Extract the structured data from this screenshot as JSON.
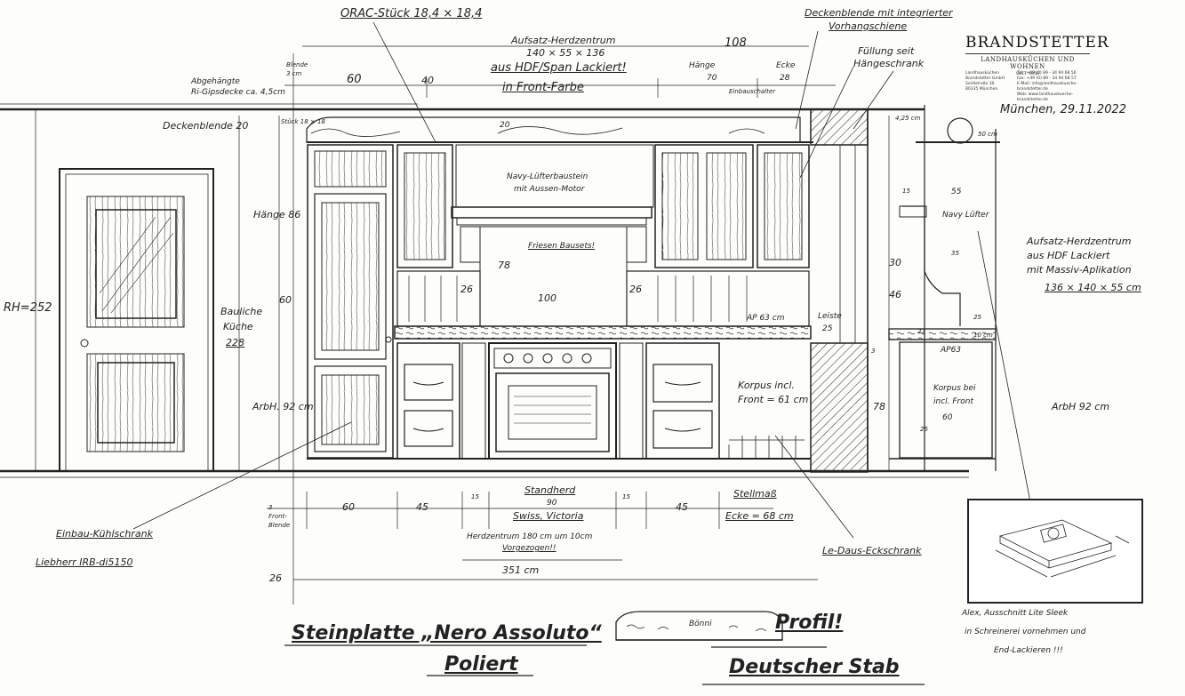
{
  "company": {
    "name": "BRANDSTETTER",
    "subtitle": "LANDHAUSKÜCHEN UND WOHNEN",
    "since": "SEIT 1856",
    "address_lines": [
      "Landhausküchen",
      "Brandstetter GmbH",
      "Seidlstraße 30",
      "80335 München"
    ],
    "contact_lines": [
      "Tel.: +49 (0) 89 - 34 94 68 56",
      "Fax: +49 (0) 89 - 34 94 68 57",
      "E-Mail: info@landhauskueche-brandstetter.de",
      "Web: www.landhauskueche-brandstetter.de"
    ]
  },
  "date": "München, 29.11.2022",
  "annotations": {
    "orac": "ORAC-Stück 18,4 × 18,4",
    "blende_top": "Deckenblende mit integrierter",
    "blende_bottom": "Vorhangschiene",
    "aufsatz1": "Aufsatz-Herdzentrum",
    "aufsatz1_dims": "140 × 55 × 136",
    "aufsatz1_material": "aus HDF/Span Lackiert!",
    "in_front": "in Front-Farbe",
    "fuellung1": "Füllung seit",
    "fuellung2": "Hängeschrank",
    "abgehaengt1": "Abgehängte",
    "abgehaengt2": "Ri-Gipsdecke ca. 4,5cm",
    "blende_small1": "Blende",
    "blende_small2": "3 cm",
    "haenge70a": "Hänge",
    "haenge70b": "70",
    "ecke28a": "Ecke",
    "ecke28b": "28",
    "einbauschalter": "Einbauschalter",
    "deckenblende20": "Deckenblende 20",
    "stueck": "Stück 18 × 18",
    "navy1": "Navy-Lüfterbaustein",
    "navy2": "mit Aussen-Motor",
    "friesen": "Friesen Bausets!",
    "haenge86": "Hänge 86",
    "baulicheA": "Bauliche",
    "baulicheB": "Küche",
    "baulicheC": "228",
    "rh": "RH=252",
    "ap63": "AP 63 cm",
    "leiste": "Leiste",
    "korpus_inkl1": "Korpus incl.",
    "korpus_inkl2": "Front = 61 cm",
    "arbh": "ArbH. 92 cm",
    "einbau1": "Einbau-Kühlschrank",
    "einbau2": "Liebherr IRB-di5150",
    "standherd": "Standherd",
    "standherd_w": "90",
    "swiss": "Swiss, Victoria",
    "herdzentrum1": "Herdzentrum 180 cm um 10cm",
    "herdzentrum2": "Vorgezogen!!",
    "total": "351 cm",
    "stellmass1": "Stellmaß",
    "stellmass2": "Ecke = 68 cm",
    "front_blende1": "Front-",
    "front_blende2": "Blende",
    "ledaus": "Le-Daus-Eckschrank",
    "aufsatz2a": "Aufsatz-Herdzentrum",
    "aufsatz2b": "aus HDF Lackiert",
    "aufsatz2c": "mit Massiv-Aplikation",
    "aufsatz2d": "136 × 140 × 55 cm",
    "navy_r": "Navy Lüfter",
    "korpus_r1": "Korpus bei",
    "korpus_r2": "incl. Front",
    "korpus_r3": "60",
    "arbh_r": "ArbH 92 cm",
    "ap_r": "AP63",
    "d_25cm": "4,25 cm",
    "d_50cm": "50 cm",
    "stein1": "Steinplatte „Nero Assoluto“",
    "stein2": "Poliert",
    "profil": "Profil!",
    "deutsch": "Deutscher Stab",
    "boenni": "Bönni",
    "alex1": "Alex, Ausschnitt Lite Sleek",
    "alex2": "in Schreinerei vornehmen und",
    "alex3": "End-Lackieren !!!"
  },
  "dimensions": {
    "top_108": "108",
    "top_60": "60",
    "top_40": "40",
    "top_20": "20",
    "top_30": "30",
    "v_86": "86",
    "v_60": "60",
    "v_78": "78",
    "v_3": "3",
    "v_78r": "78",
    "v_46": "46",
    "v_30": "30",
    "v_10": "10 cm",
    "v_25": "25",
    "w_26a": "26",
    "w_100": "100",
    "w_26b": "26",
    "w_78": "78",
    "b_60": "60",
    "b_45a": "45",
    "b_15a": "15",
    "b_15b": "15",
    "b_45b": "45",
    "b_3": "3",
    "b_26": "26",
    "r_15": "15",
    "r_55": "55",
    "r_35": "35",
    "r_23": "23",
    "r_25": "25",
    "r_25b": "25"
  },
  "colors": {
    "ink": "#222222",
    "paper": "#fdfdfb",
    "hatch": "#444444"
  }
}
